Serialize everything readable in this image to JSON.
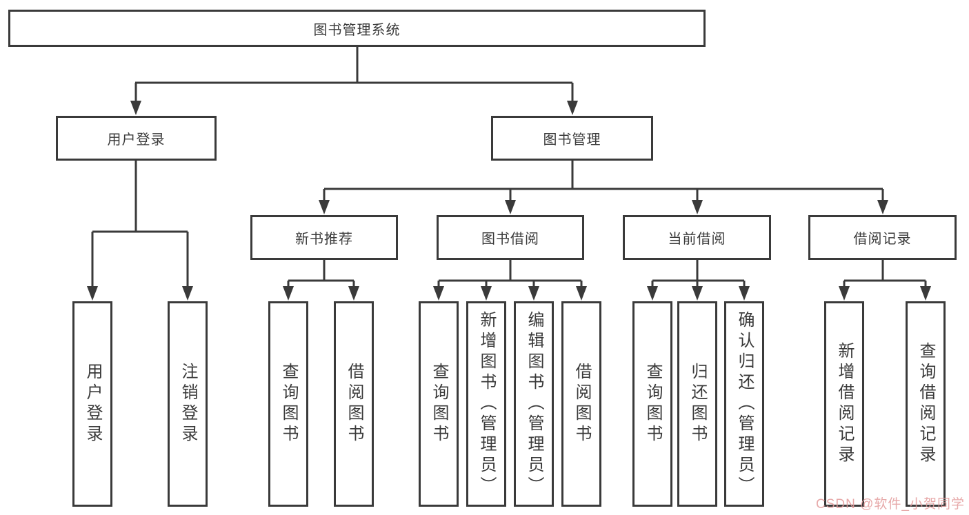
{
  "diagram": {
    "root": {
      "label": "图书管理系统"
    },
    "branches": [
      {
        "label": "用户登录",
        "children": [
          {
            "label": "用户登录"
          },
          {
            "label": "注销登录"
          }
        ]
      },
      {
        "label": "图书管理",
        "children": [
          {
            "label": "新书推荐",
            "children": [
              {
                "label": "查询图书"
              },
              {
                "label": "借阅图书"
              }
            ]
          },
          {
            "label": "图书借阅",
            "children": [
              {
                "label": "查询图书"
              },
              {
                "label": "新增图书（管理员）"
              },
              {
                "label": "编辑图书（管理员）"
              },
              {
                "label": "借阅图书"
              }
            ]
          },
          {
            "label": "当前借阅",
            "children": [
              {
                "label": "查询图书"
              },
              {
                "label": "归还图书"
              },
              {
                "label": "确认归还（管理员）"
              }
            ]
          },
          {
            "label": "借阅记录",
            "children": [
              {
                "label": "新增借阅记录"
              },
              {
                "label": "查询借阅记录"
              }
            ]
          }
        ]
      }
    ]
  },
  "watermark": {
    "text": "CSDN @软件_小贺同学",
    "color": "#E39B9B"
  },
  "colors": {
    "line": "#3A3A3A",
    "text": "#3A3A3A",
    "node_background": "#FFFFFF",
    "page_background": "#FFFFFF"
  }
}
